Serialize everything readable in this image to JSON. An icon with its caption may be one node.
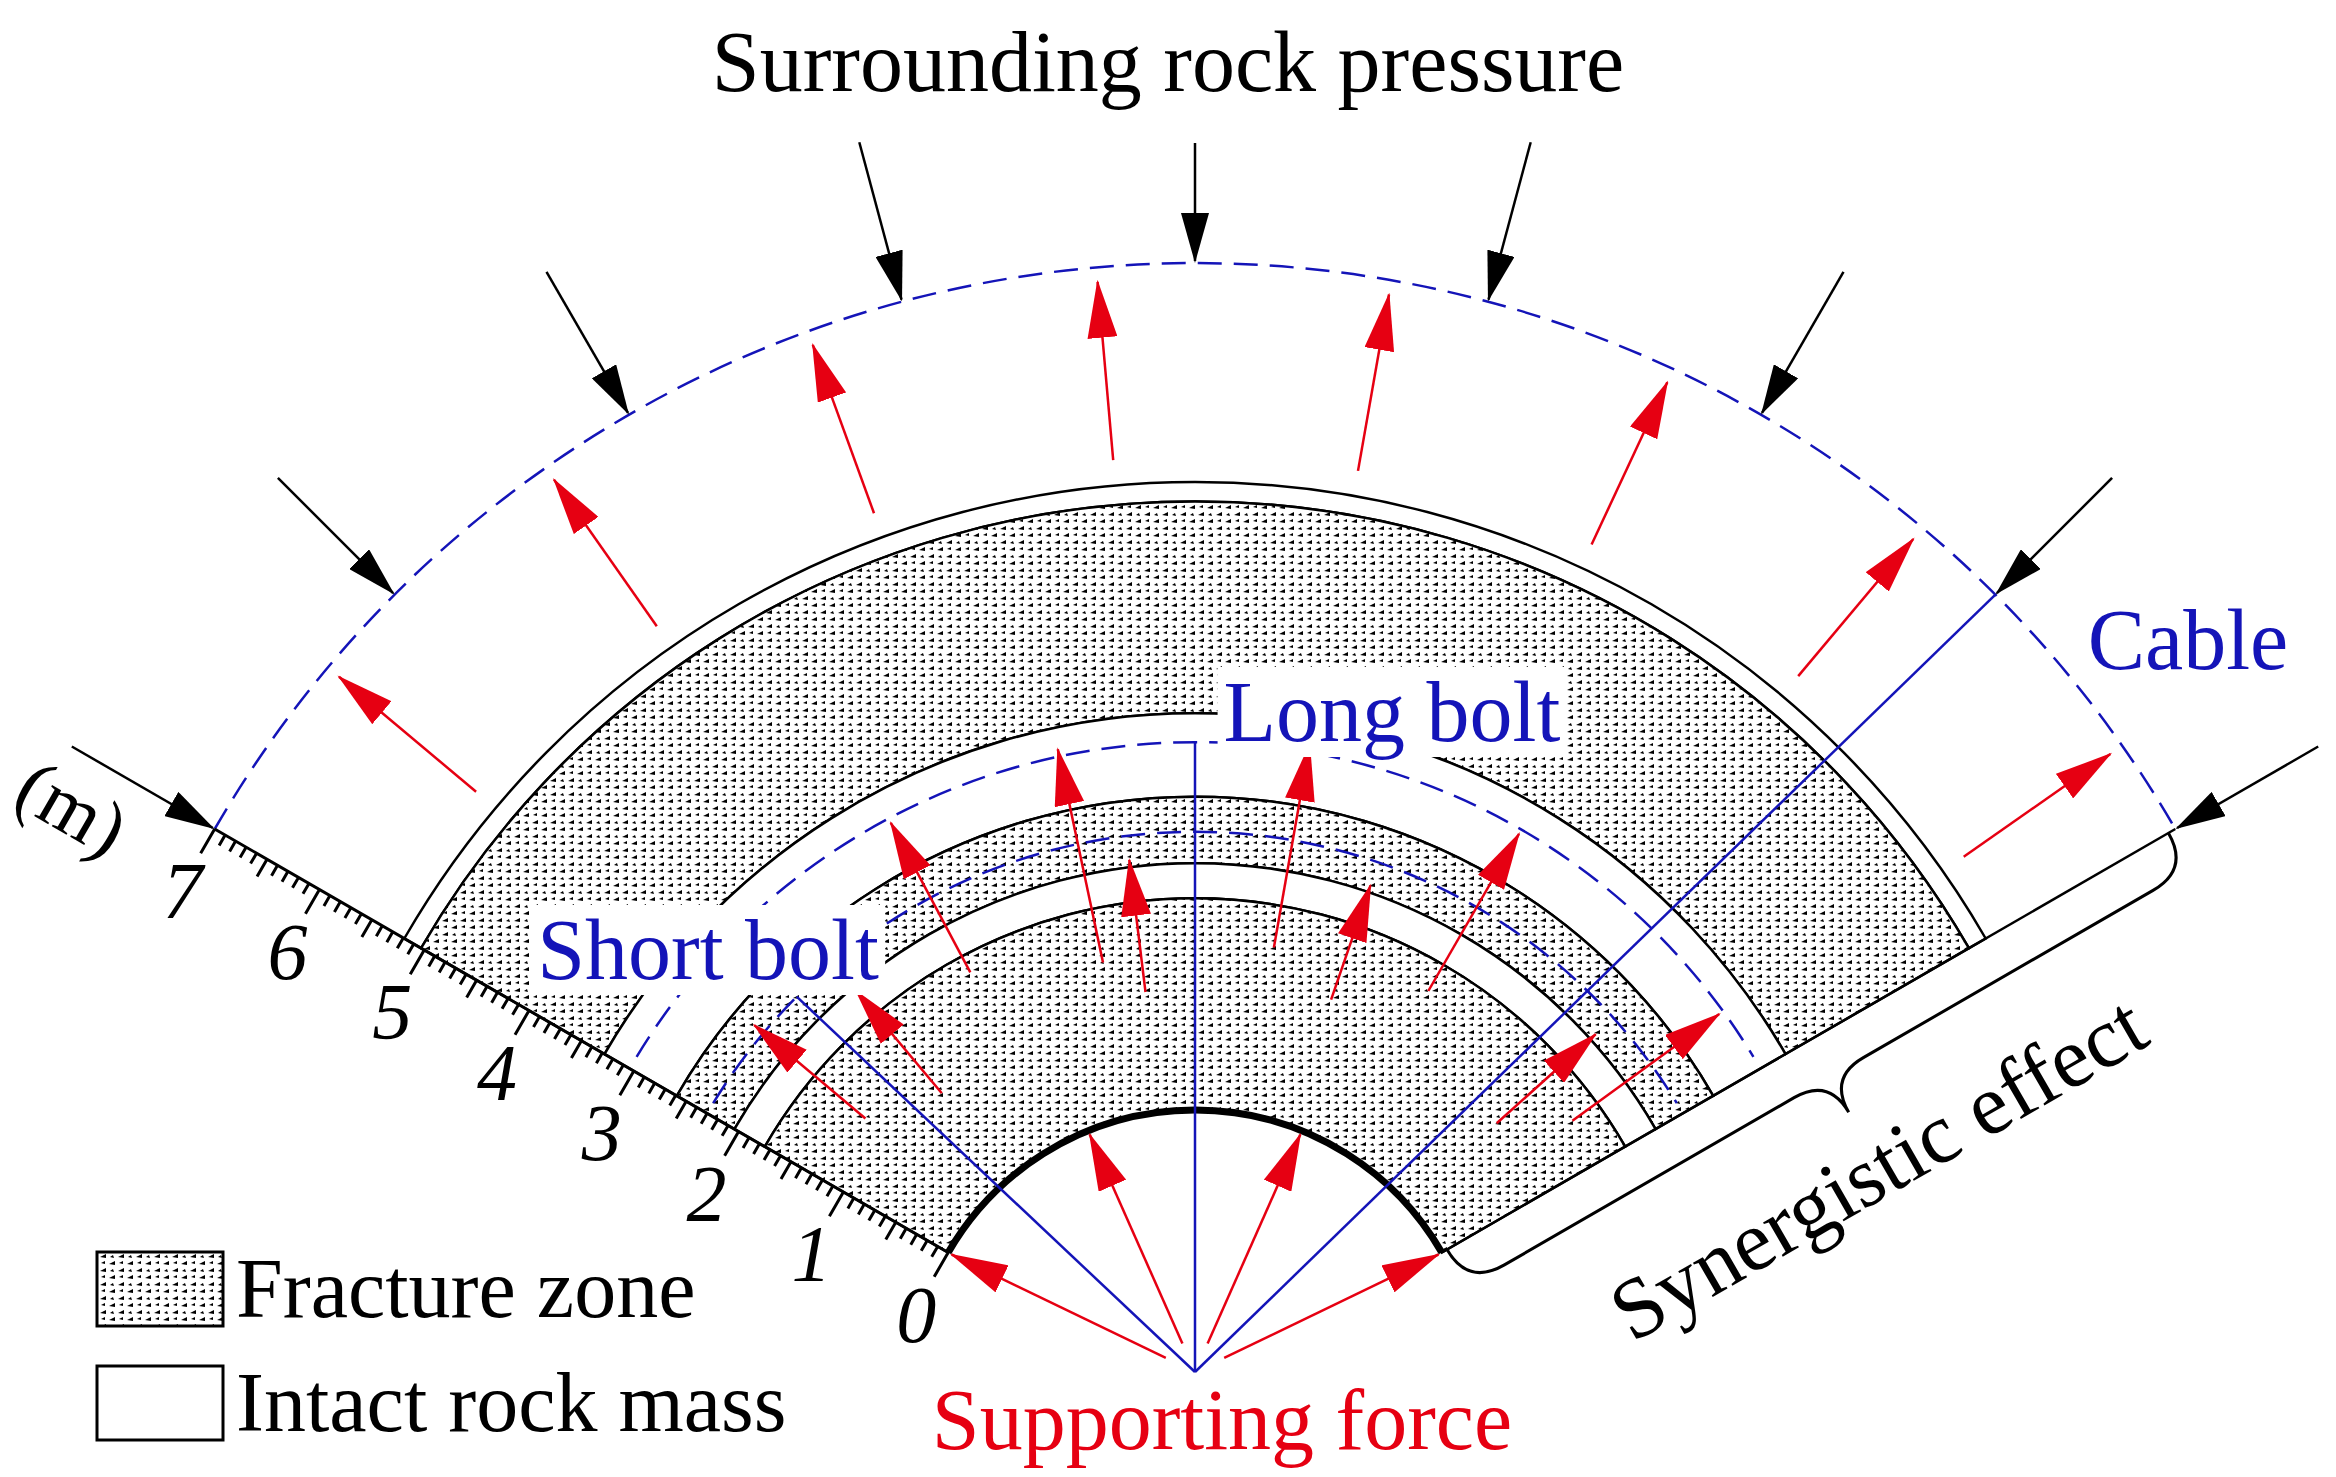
{
  "diagram": {
    "labels": [
      "Surrounding rock pressure",
      "Cable",
      "Long bolt",
      "(m)",
      "7",
      "6",
      "5",
      "4",
      "3",
      "2",
      "1",
      "0",
      "Short bolt",
      "Synergistic effect",
      "Supporting force"
    ],
    "legend": [
      {
        "text": "Fracture zone"
      },
      {
        "text": "Intact rock mass"
      }
    ]
  }
}
